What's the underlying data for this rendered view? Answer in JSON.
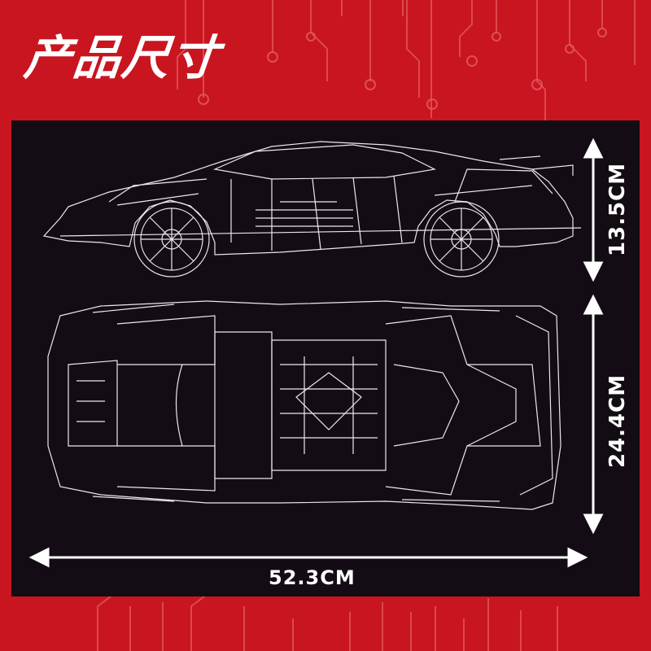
{
  "title": "产品尺寸",
  "dimensions": {
    "height": "13.5CM",
    "width": "24.4CM",
    "length": "52.3CM"
  },
  "colors": {
    "background": "#c9151f",
    "panel": "#140c14",
    "lines": "#ffffff"
  },
  "icons": [
    "side-view-car-blueprint",
    "top-view-car-blueprint",
    "double-arrow"
  ]
}
